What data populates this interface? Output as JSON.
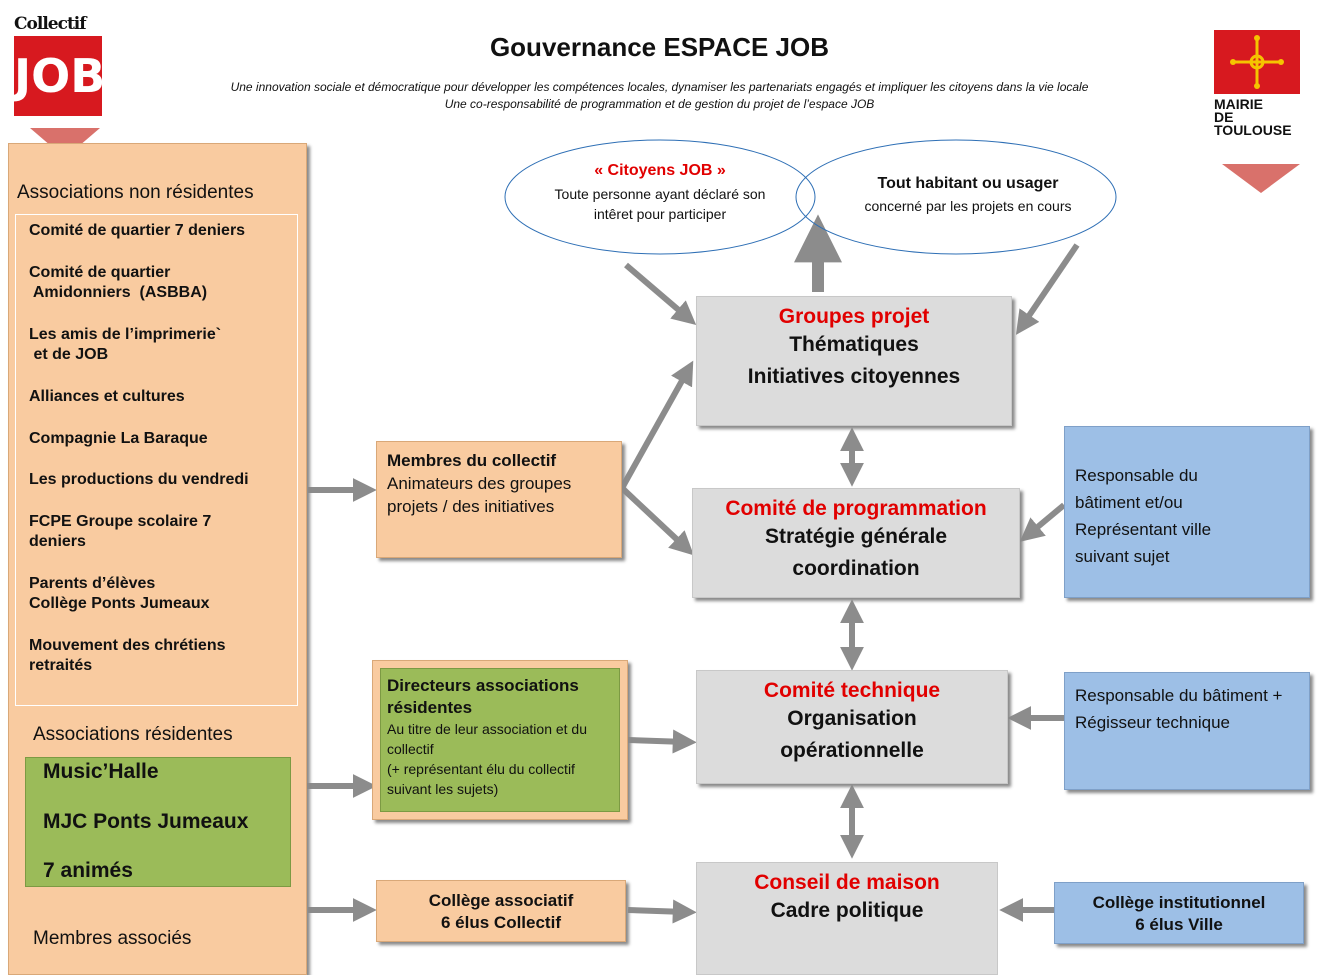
{
  "logo_left": {
    "line1": "Collectif",
    "line2": "JOB"
  },
  "logo_right": {
    "line1": "MAIRIE",
    "line2": "DE",
    "line3": "TOULOUSE"
  },
  "header": {
    "title": "Gouvernance  ESPACE JOB",
    "subtitle1": "Une innovation sociale et démocratique pour développer les compétences locales, dynamiser les partenariats engagés et impliquer les citoyens dans la vie locale",
    "subtitle2": "Une co-responsabilité de programmation et de gestion  du  projet  de l’espace JOB"
  },
  "left_panel": {
    "non_resident_heading": "Associations non résidentes",
    "non_resident_items": [
      "Comité de quartier 7 deniers",
      "Comité de quartier\n Amidonniers  (ASBBA)",
      "Les amis de l’imprimerie`\n et de JOB",
      "Alliances et cultures",
      "Compagnie La Baraque",
      "Les productions du vendredi",
      "FCPE Groupe scolaire 7\ndeniers",
      "Parents d’élèves\nCollège Ponts Jumeaux",
      "Mouvement des chrétiens\nretraités"
    ],
    "resident_heading": "Associations résidentes",
    "resident_items": [
      "Music’Halle",
      "MJC  Ponts Jumeaux",
      "7 animés"
    ],
    "associates_heading": "Membres associés"
  },
  "ellipses": {
    "citoyens_title": "« Citoyens JOB »",
    "citoyens_text": "Toute personne ayant déclaré son intêret pour participer",
    "habitant_title": "Tout habitant ou  usager",
    "habitant_text": "concerné par les projets en cours"
  },
  "middle": {
    "membres_title": "Membres du collectif",
    "membres_text": "Animateurs des groupes projets / des initiatives",
    "directeurs_title": "Directeurs associations résidentes",
    "directeurs_text1": "Au titre de leur association et du collectif",
    "directeurs_text2": " (+ représentant élu du collectif suivant les sujets)",
    "college_assoc_line1": "Collège associatif",
    "college_assoc_line2": "6 élus  Collectif"
  },
  "center": {
    "groupes_title": "Groupes projet",
    "groupes_line1": "Thématiques",
    "groupes_line2": "Initiatives citoyennes",
    "prog_title": "Comité de programmation",
    "prog_line1": "Stratégie générale",
    "prog_line2": "coordination",
    "tech_title": "Comité technique",
    "tech_line1": "Organisation",
    "tech_line2": "opérationnelle",
    "conseil_title": "Conseil de maison",
    "conseil_line1": "Cadre politique"
  },
  "right": {
    "resp1": "Responsable du bâtiment et/ou Représentant ville suivant sujet",
    "resp2": "Responsable du bâtiment +\nRégisseur technique",
    "college_inst_line1": "Collège institutionnel",
    "college_inst_line2": "6 élus Ville"
  },
  "colors": {
    "accent_red": "#e10000",
    "orange": "#f9cba0",
    "gray": "#dcdcdc",
    "blue": "#9dbfe6",
    "green": "#9bbb59",
    "arrow": "#8c8c8c",
    "triangle": "#d9716b"
  }
}
